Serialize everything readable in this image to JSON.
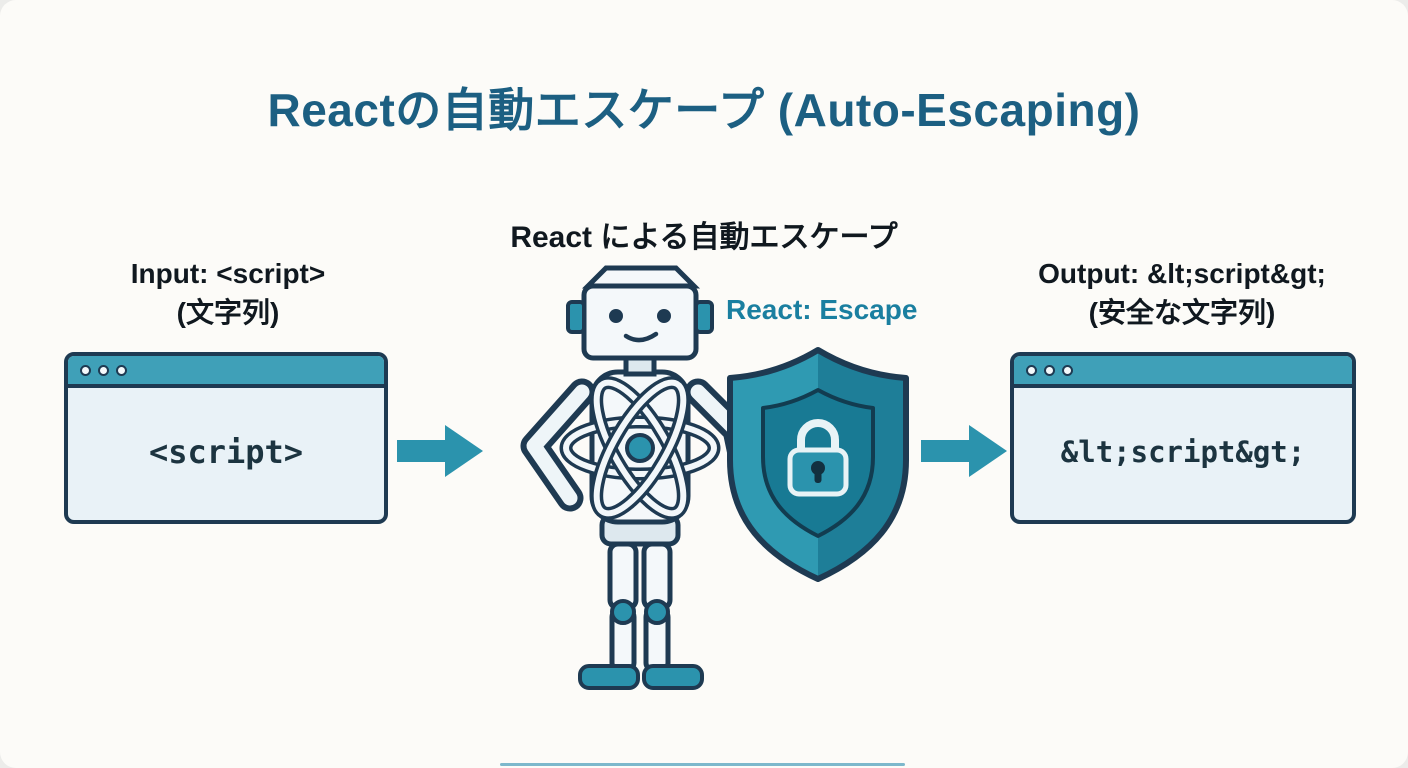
{
  "title": "Reactの自動エスケープ (Auto-Escaping)",
  "flow": {
    "center_heading": "React による自動エスケープ",
    "escape_label": "React: Escape"
  },
  "input_side": {
    "label": "Input: <script>",
    "sublabel": "(文字列)",
    "window_text": "<script>"
  },
  "output_side": {
    "label": "Output: &lt;script&gt;",
    "sublabel": "(安全な文字列)",
    "window_text": "&lt;script&gt;"
  },
  "icons": {
    "robot": "robot-icon",
    "react_atom": "react-atom-icon",
    "shield": "shield-lock-icon",
    "lock": "lock-icon",
    "arrows": "arrow-right-icon",
    "window_dots": "window-dot-icon"
  },
  "colors": {
    "accent_teal": "#2b93ad",
    "dark_outline": "#1e3a52",
    "title_blue": "#1c5f82",
    "escape_label_teal": "#1a7fa0",
    "window_bg": "#e9f2f7",
    "titlebar_teal": "#3fa0b8",
    "shield_light": "#2f9ab2",
    "shield_dark": "#1e7e98"
  }
}
